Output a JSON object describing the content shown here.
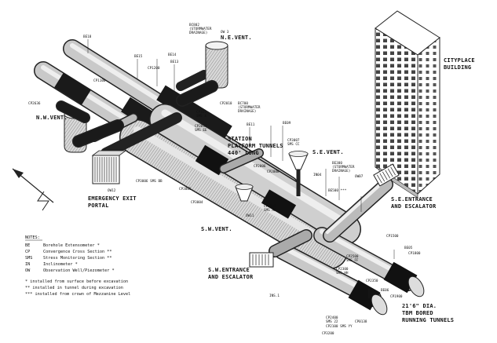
{
  "labels": {
    "ne_vent": "N.E.VENT.",
    "nw_vent": "N.W.VENT.",
    "se_vent": "S.E.VENT.",
    "sw_vent": "S.W.VENT.",
    "station": [
      "STATION",
      "PLATFORM TUNNELS",
      "440' LONG"
    ],
    "cityplace": [
      "CITYPLACE",
      "BUILDING"
    ],
    "emergency": [
      "EMERGENCY EXIT",
      "PORTAL"
    ],
    "se_entrance": [
      "S.E.ENTRANCE",
      "AND ESCALATOR"
    ],
    "sw_entrance": [
      "S.W.ENTRANCE",
      "AND ESCALATOR"
    ],
    "tbm": [
      "21'6\" DIA.",
      "TBM BORED",
      "RUNNING TUNNELS"
    ]
  },
  "notes": {
    "title": "NOTES:",
    "legend": [
      {
        "code": "BE",
        "text": "Borehole Extensometer *"
      },
      {
        "code": "CP",
        "text": "Convergence Cross Section **"
      },
      {
        "code": "SMS",
        "text": "Stress Monitoring Section **"
      },
      {
        "code": "IN",
        "text": "Inclinometer *"
      },
      {
        "code": "OW",
        "text": "Observation Well/Piezometer *"
      }
    ],
    "footnotes": [
      "*   installed from surface before excavation",
      "**  installed in tunnel during excavation",
      "*** installed from crown of Mezzanine Level"
    ]
  },
  "small_labels": {
    "be18": "BE18",
    "bc802": [
      "BC802",
      "(STORMWATER",
      "DRAINAGE)"
    ],
    "ow3": "OW 3",
    "be15": "BE15",
    "be14": "BE14",
    "cp1200": "CP1200",
    "be13": "BE13",
    "cp1100": "CP1100",
    "cp2636": "CP2636",
    "cp1101": [
      "CP1C1",
      "SMS X"
    ],
    "bc700": [
      "BC700",
      "(STORMWATER",
      "DRAINAGE)"
    ],
    "cp2010": "CP2010",
    "cp3014": [
      "CP3014",
      "SMS EE"
    ],
    "be11": "BE11",
    "be09": "BE09",
    "cp3007": [
      "CP3007",
      "SMS CC"
    ],
    "cp2006": "CP2006",
    "cp2008": "CP2008",
    "cp3006": "CP3006 SMS BB",
    "ow12": "OW12",
    "cp3005": "CP3005",
    "cp3004": "CP3004",
    "be300": [
      "BE300",
      "(STORMWATER",
      "DRAINAGE)"
    ],
    "ow07": "OW07",
    "in04": "IN04",
    "cp3002": [
      "CP3002",
      "SMS AA"
    ],
    "be500": "BE500 ***",
    "ow11": "OW11",
    "cp1500": "CP1500",
    "cp1800": "CP1800",
    "be05": "BE05",
    "cp2500": [
      "CP2500",
      "SMS FF"
    ],
    "cp2300": [
      "CP2300",
      "SMS HH"
    ],
    "cp2350": "CP2350",
    "be06": "BE06",
    "cp1900": "CP1900",
    "cp2400": [
      "CP2400",
      "SMS 22"
    ],
    "cp2100": "CP2100 SMS YY",
    "cp0138": "CP0138",
    "cp3200": "CP3200",
    "ins1": "INS.1"
  }
}
